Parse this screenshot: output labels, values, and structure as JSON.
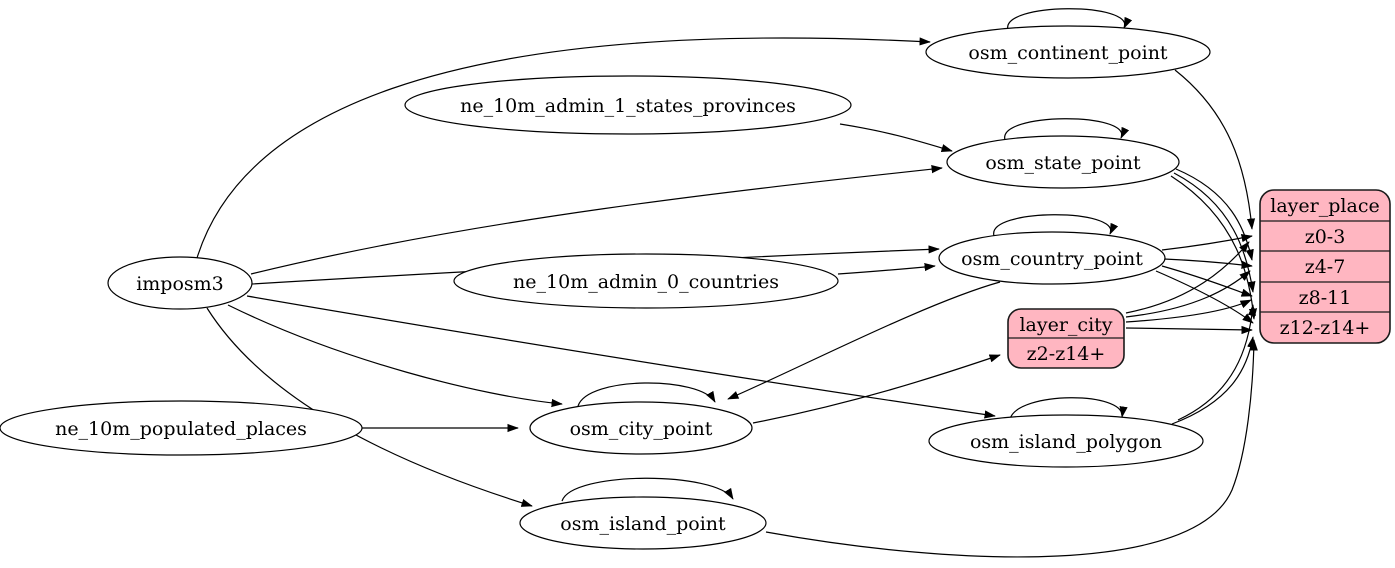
{
  "diagram": {
    "kind": "etl-graph",
    "colors": {
      "background": "#ffffff",
      "table_fill": "#ffffff",
      "record_fill": "#ffb6c1",
      "stroke": "#000000"
    },
    "nodes": {
      "imposm3": {
        "label": "imposm3"
      },
      "ne_states": {
        "label": "ne_10m_admin_1_states_provinces"
      },
      "ne_countries": {
        "label": "ne_10m_admin_0_countries"
      },
      "ne_places": {
        "label": "ne_10m_populated_places"
      },
      "continent": {
        "label": "osm_continent_point"
      },
      "state": {
        "label": "osm_state_point"
      },
      "country": {
        "label": "osm_country_point"
      },
      "city": {
        "label": "osm_city_point"
      },
      "island_polygon": {
        "label": "osm_island_polygon"
      },
      "island_point": {
        "label": "osm_island_point"
      }
    },
    "layer_city": {
      "title": "layer_city",
      "rows": [
        "z2-z14+"
      ]
    },
    "layer_place": {
      "title": "layer_place",
      "rows": [
        "z0-3",
        "z4-7",
        "z8-11",
        "z12-z14+"
      ]
    },
    "self_loops": [
      "osm_continent_point",
      "osm_state_point",
      "osm_country_point",
      "osm_city_point",
      "osm_island_polygon",
      "osm_island_point"
    ],
    "edges": [
      {
        "from": "imposm3",
        "to": "osm_continent_point"
      },
      {
        "from": "imposm3",
        "to": "osm_state_point"
      },
      {
        "from": "imposm3",
        "to": "osm_country_point"
      },
      {
        "from": "imposm3",
        "to": "osm_city_point"
      },
      {
        "from": "imposm3",
        "to": "osm_island_polygon"
      },
      {
        "from": "imposm3",
        "to": "osm_island_point"
      },
      {
        "from": "ne_10m_admin_1_states_provinces",
        "to": "osm_state_point"
      },
      {
        "from": "ne_10m_admin_0_countries",
        "to": "osm_country_point"
      },
      {
        "from": "ne_10m_populated_places",
        "to": "osm_city_point"
      },
      {
        "from": "osm_country_point",
        "to": "osm_city_point"
      },
      {
        "from": "osm_city_point",
        "to": "layer_city:z2-z14+"
      },
      {
        "from": "osm_continent_point",
        "to": "layer_place:z0-3"
      },
      {
        "from": "osm_country_point",
        "to": "layer_place:z0-3"
      },
      {
        "from": "osm_country_point",
        "to": "layer_place:z4-7"
      },
      {
        "from": "osm_country_point",
        "to": "layer_place:z8-11"
      },
      {
        "from": "osm_country_point",
        "to": "layer_place:z12-z14+"
      },
      {
        "from": "osm_state_point",
        "to": "layer_place:z4-7"
      },
      {
        "from": "osm_state_point",
        "to": "layer_place:z8-11"
      },
      {
        "from": "osm_state_point",
        "to": "layer_place:z12-z14+"
      },
      {
        "from": "layer_city",
        "to": "layer_place:z0-3"
      },
      {
        "from": "layer_city",
        "to": "layer_place:z4-7"
      },
      {
        "from": "layer_city",
        "to": "layer_place:z8-11"
      },
      {
        "from": "layer_city",
        "to": "layer_place:z12-z14+"
      },
      {
        "from": "osm_island_polygon",
        "to": "layer_place:z8-11"
      },
      {
        "from": "osm_island_polygon",
        "to": "layer_place:z12-z14+"
      },
      {
        "from": "osm_island_point",
        "to": "layer_place:z12-z14+"
      }
    ]
  }
}
